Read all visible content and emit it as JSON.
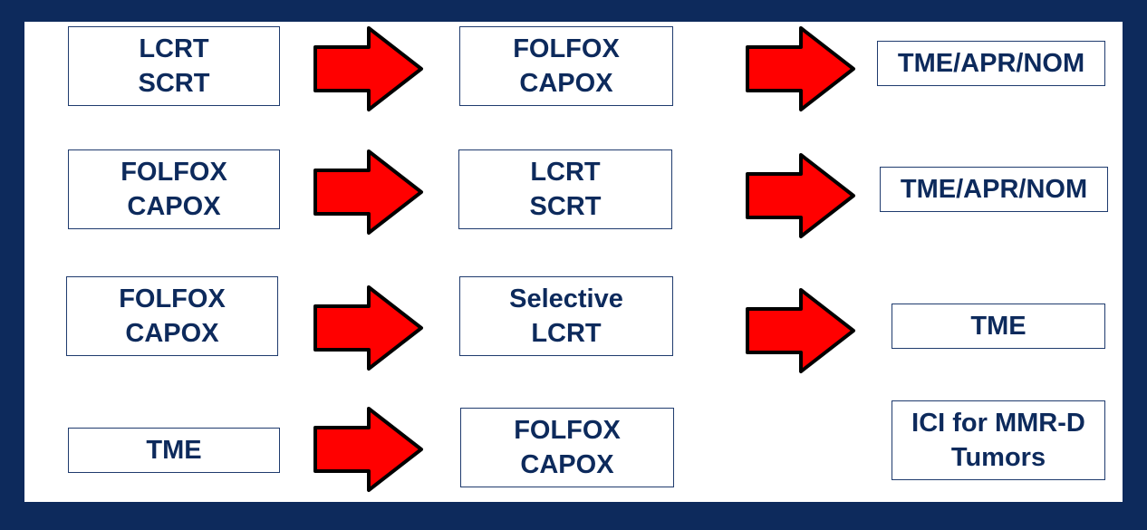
{
  "colors": {
    "frame": "#0d2a5c",
    "text": "#0d2a5c",
    "box_border": "#1f3b6e",
    "arrow_fill": "#ff0000",
    "arrow_outline": "#000000"
  },
  "rows": [
    {
      "col1": [
        "LCRT",
        "SCRT"
      ],
      "col2": [
        "FOLFOX",
        "CAPOX"
      ],
      "col3": [
        "TME/APR/NOM"
      ]
    },
    {
      "col1": [
        "FOLFOX",
        "CAPOX"
      ],
      "col2": [
        "LCRT",
        "SCRT"
      ],
      "col3": [
        "TME/APR/NOM"
      ]
    },
    {
      "col1": [
        "FOLFOX",
        "CAPOX"
      ],
      "col2": [
        "Selective",
        "LCRT"
      ],
      "col3": [
        "TME"
      ]
    },
    {
      "col1": [
        "TME"
      ],
      "col2": [
        "FOLFOX",
        "CAPOX"
      ],
      "col3": [
        "ICI for MMR-D",
        "Tumors"
      ]
    }
  ],
  "icons": {
    "arrow": "right-arrow-icon"
  }
}
